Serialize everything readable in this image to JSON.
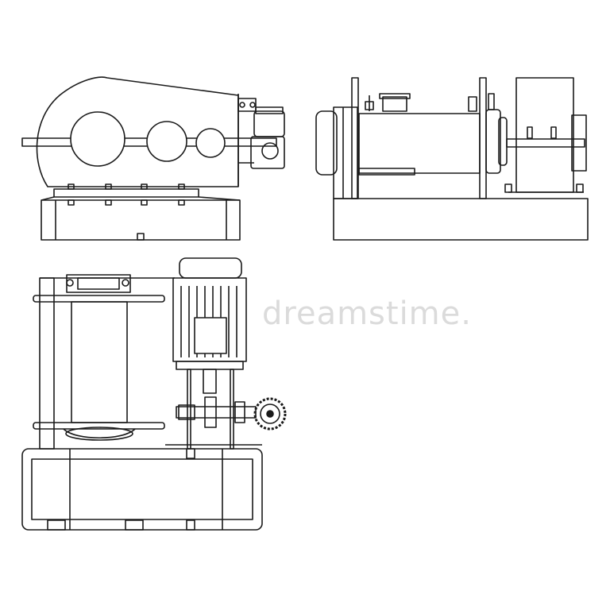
{
  "colors": {
    "line": "#1a1a1a",
    "fill": "#ffffff",
    "watermark": "#cfcfcf"
  },
  "watermark": {
    "text": "dreamstime."
  },
  "views": {
    "side_view": {
      "name": "gear-reducer-side-view"
    },
    "front_view": {
      "name": "winch-front-view"
    },
    "top_view": {
      "name": "winch-top-view"
    }
  }
}
